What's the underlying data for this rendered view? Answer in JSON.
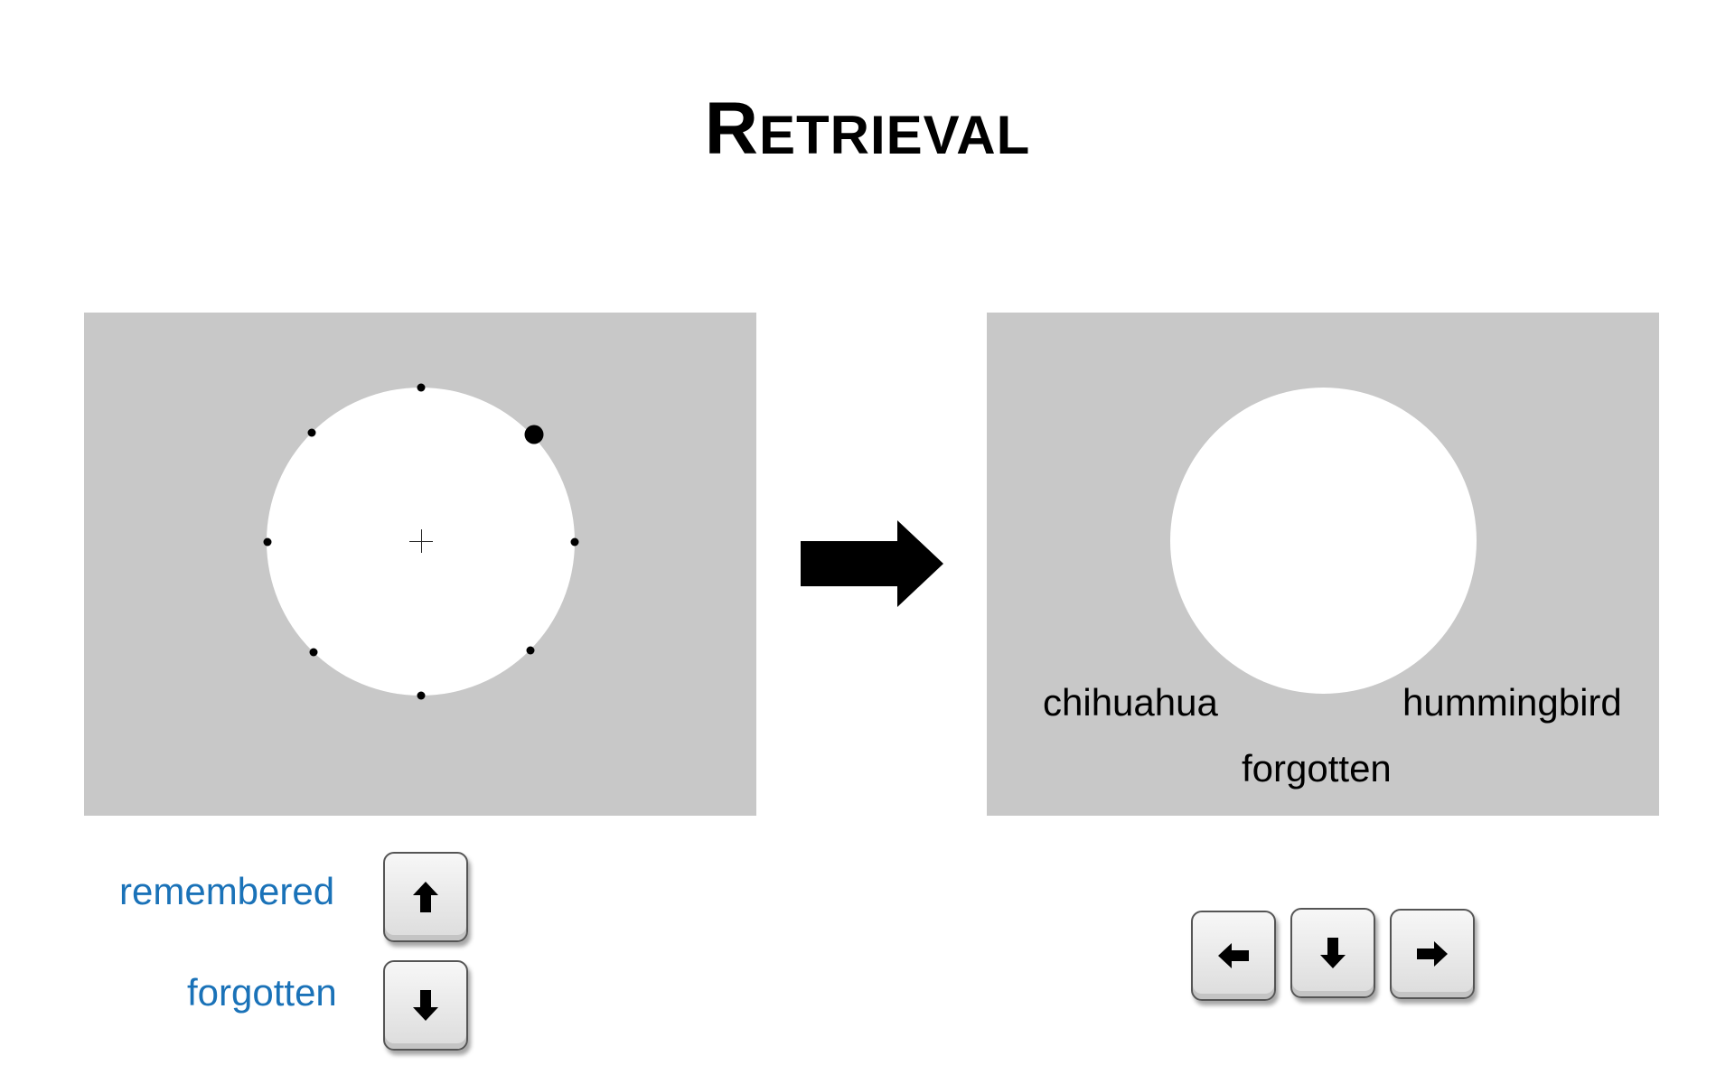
{
  "header": {
    "title_cap": "R",
    "title_rest": "ETRIEVAL"
  },
  "left_panel": {
    "colors": {
      "background": "#c8c8c8",
      "disc": "#ffffff",
      "dots": "#000000"
    },
    "elements": [
      "white-disc",
      "fixation-cross",
      "8 location dots (one highlighted, larger)"
    ]
  },
  "right_panel": {
    "words": {
      "left": "chihuahua",
      "right": "hummingbird",
      "bottom": "forgotten"
    }
  },
  "left_response": {
    "remembered_label": "remembered",
    "forgotten_label": "forgotten",
    "label_color": "#1a72b8",
    "keys": [
      "arrow-up-icon",
      "arrow-down-icon"
    ]
  },
  "right_response": {
    "keys": [
      "arrow-left-icon",
      "arrow-down-icon",
      "arrow-right-icon"
    ]
  }
}
